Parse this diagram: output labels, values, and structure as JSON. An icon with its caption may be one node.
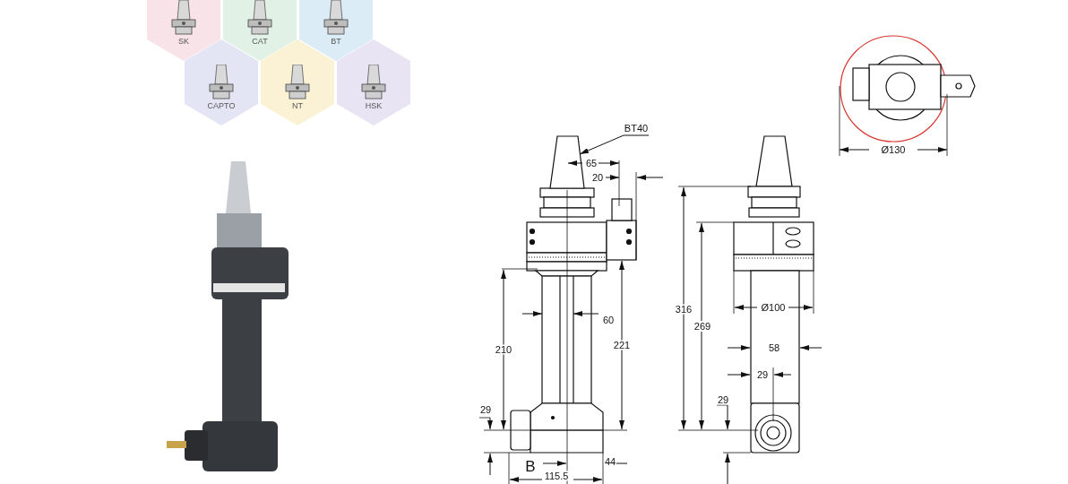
{
  "diagram": {
    "nodes": [
      {
        "text": [
          "SK"
        ]
      },
      {
        "text": [
          "CAT"
        ]
      },
      {
        "text": [
          "BT"
        ]
      },
      {
        "text": [
          "CAPTO"
        ]
      },
      {
        "text": [
          "NT"
        ]
      },
      {
        "text": [
          "HSK"
        ]
      },
      {
        "text": [
          "BT40"
        ]
      },
      {
        "text": [],
        "shape": "cone"
      }
    ],
    "edges": [
      {
        "from": 6,
        "to": 7,
        "arrow": "to"
      }
    ],
    "labels": [
      "Ø130",
      "65",
      "20",
      "60",
      "210",
      "221",
      "29",
      "B",
      "44",
      "115.5",
      "316",
      "269",
      "Ø100",
      "58",
      "29",
      "29"
    ]
  }
}
